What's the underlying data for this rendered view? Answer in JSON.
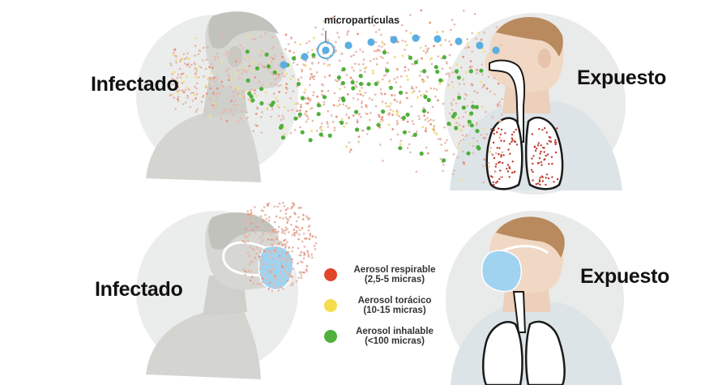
{
  "top_panel": {
    "infected_label": "Infectado",
    "exposed_label": "Expuesto",
    "particles_label": "micropartículas"
  },
  "bottom_panel": {
    "infected_label": "Infectado",
    "exposed_label": "Expuesto"
  },
  "legend": {
    "items": [
      {
        "line1": "Aerosol respirable",
        "line2": "(2,5-5 micras)",
        "color": "#e2452b"
      },
      {
        "line1": "Aerosol torácico",
        "line2": "(10-15 micras)",
        "color": "#f5dc4a"
      },
      {
        "line1": "Aerosol inhalable",
        "line2": "(<100 micras)",
        "color": "#4fb03c"
      }
    ]
  },
  "colors": {
    "background_circle": "#e9ebea",
    "skin_gray": "#d9d9d6",
    "skin_warm": "#f0d6c2",
    "hair": "#b98a5e",
    "shirt": "#dfe6e8",
    "mask_blue": "#9fd3f0",
    "micro_particle": "#5aaee0",
    "lungs_stroke": "#1a1a1a"
  }
}
